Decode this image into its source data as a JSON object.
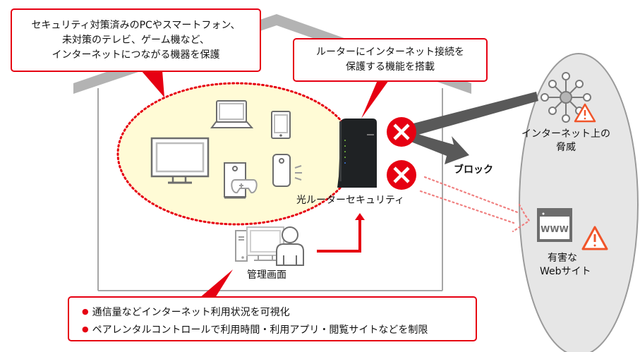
{
  "callouts": {
    "devices": {
      "lines": [
        "セキュリティ対策済みのPCやスマートフォン、",
        "未対策のテレビ、ゲーム機など、",
        "インターネットにつながる機器を保護"
      ]
    },
    "router": {
      "lines": [
        "ルーターにインターネット接続を",
        "保護する機能を搭載"
      ]
    },
    "management": {
      "items": [
        "通信量などインターネット利用状況を可視化",
        "ペアレンタルコントロールで利用時間・利用アプリ・閲覧サイトなどを制限"
      ],
      "bullet": "●"
    }
  },
  "labels": {
    "router": "光ルーターセキュリティ",
    "block": "ブロック",
    "admin_screen": "管理画面",
    "threat_line1": "インターネット上の",
    "threat_line2": "脅威",
    "harmful_line1": "有害な",
    "harmful_line2": "Webサイト",
    "www": "WWW"
  },
  "icons": {
    "devices": [
      "tv-icon",
      "laptop-icon",
      "tablet-icon",
      "game-console-icon",
      "smart-speaker-icon"
    ],
    "router": "router-device",
    "block_marks": [
      "block-x-icon",
      "block-x-icon"
    ],
    "admin": "admin-pc-user-icon",
    "threat": "network-threat-icon",
    "website": "website-warning-icon"
  },
  "colors": {
    "accent_red": "#e60012",
    "house_gray": "#b3b3b3",
    "zone_fill": "#fffbd6",
    "internet_fill": "#e6e6e6",
    "arrow_gray": "#595959",
    "warning_orange": "#f0552a"
  }
}
